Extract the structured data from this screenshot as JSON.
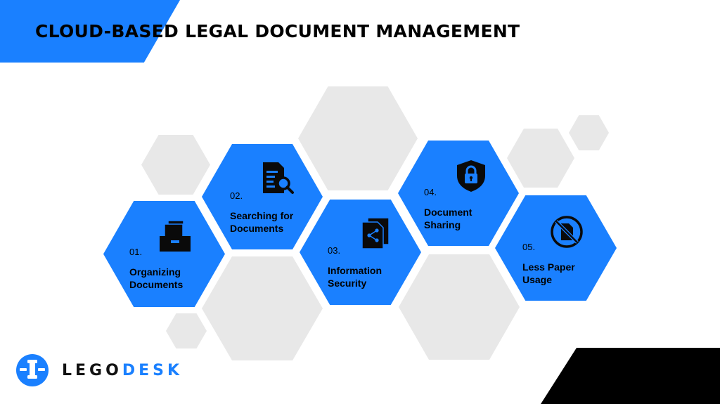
{
  "title": "CLOUD-BASED LEGAL DOCUMENT MANAGEMENT",
  "colors": {
    "accent": "#1a80ff",
    "hex_grey": "#e8e8e8",
    "dark": "#000000"
  },
  "steps": [
    {
      "num": "01.",
      "label_line1": "Organizing",
      "label_line2": "Documents",
      "icon": "file-cabinet-icon"
    },
    {
      "num": "02.",
      "label_line1": "Searching for",
      "label_line2": "Documents",
      "icon": "document-search-icon"
    },
    {
      "num": "03.",
      "label_line1": "Information",
      "label_line2": "Security",
      "icon": "document-share-icon"
    },
    {
      "num": "04.",
      "label_line1": "Document",
      "label_line2": "Sharing",
      "icon": "shield-lock-icon"
    },
    {
      "num": "05.",
      "label_line1": "Less Paper",
      "label_line2": "Usage",
      "icon": "no-paper-icon"
    }
  ],
  "logo": {
    "part1": "LEGO",
    "part2": "DESK"
  }
}
